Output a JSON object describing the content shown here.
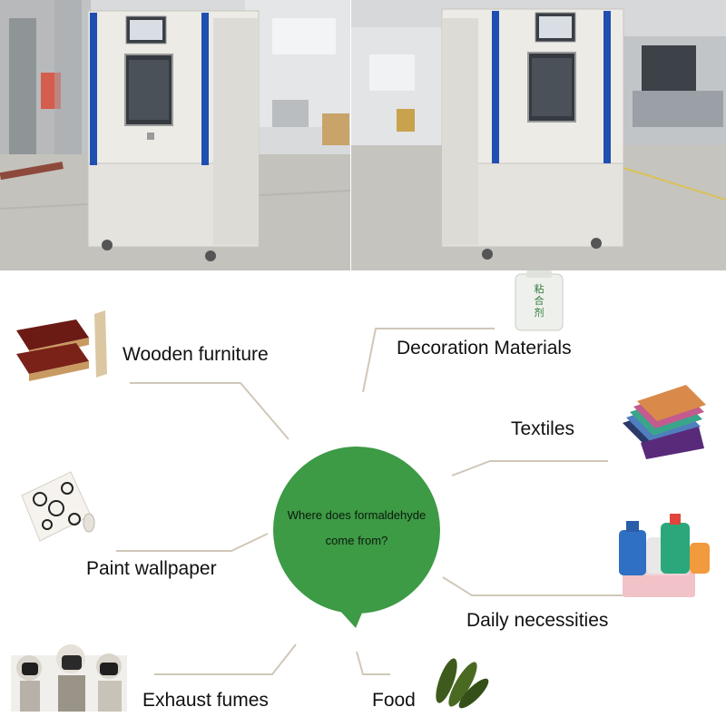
{
  "colors": {
    "bubble": "#3d9a45",
    "connector": "#d0c7b8",
    "chamber_body": "#ecebe6",
    "chamber_stripe": "#1f4fb0",
    "factory_floor": "#c4c2bd"
  },
  "center": {
    "line1": "Where does formaldehyde",
    "line2": "come from?"
  },
  "sources": {
    "wooden_furniture": "Wooden furniture",
    "decoration_materials": "Decoration Materials",
    "textiles": "Textiles",
    "paint_wallpaper": "Paint wallpaper",
    "daily_necessities": "Daily necessities",
    "exhaust_fumes": "Exhaust fumes",
    "food": "Food"
  },
  "adhesive_bucket_label": "粘合剂",
  "icons": {
    "wood": "plywood-icon",
    "bucket": "adhesive-bucket-icon",
    "fabric": "fabric-swatch-icon",
    "wallpaper": "wallpaper-roll-icon",
    "bottles": "detergent-bottles-icon",
    "masks": "gas-mask-people-icon",
    "food": "pickled-cucumber-icon"
  }
}
